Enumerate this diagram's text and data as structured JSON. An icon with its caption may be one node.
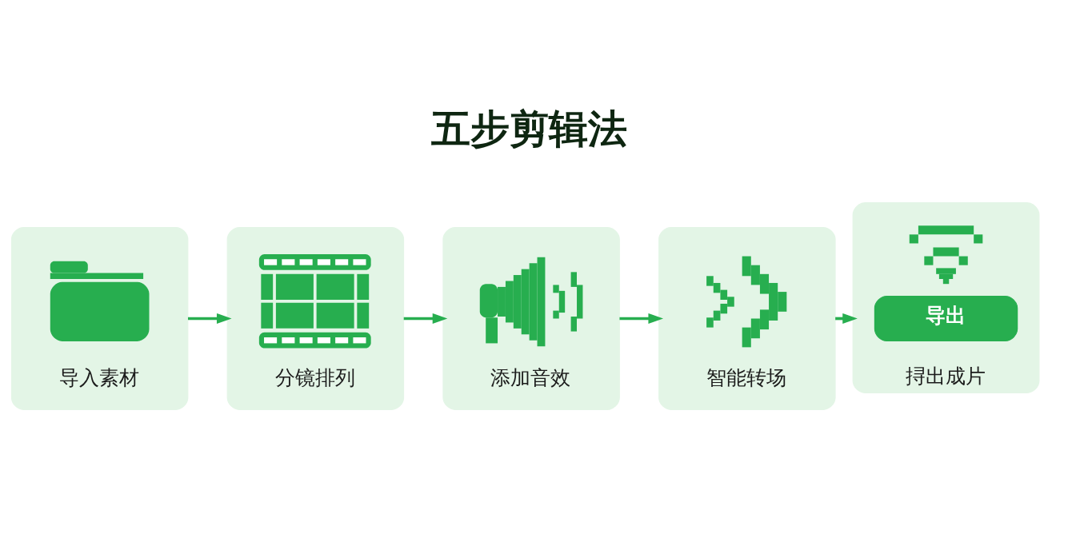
{
  "diagram": {
    "title": "五步剪辑法",
    "nodes": [
      {
        "text": [
          "导入素材"
        ]
      },
      {
        "text": [
          "分镜排列"
        ]
      },
      {
        "text": [
          "添加音效"
        ]
      },
      {
        "text": [
          "智能转场"
        ]
      },
      {
        "text": [
          "挦出成片"
        ]
      },
      {
        "text": [
          "导出"
        ],
        "in": 4
      }
    ],
    "edges": [
      {
        "from": 0,
        "to": 1,
        "arrow": "to"
      },
      {
        "from": 1,
        "to": 2,
        "arrow": "to"
      },
      {
        "from": 2,
        "to": 3,
        "arrow": "to"
      },
      {
        "from": 3,
        "to": 4,
        "arrow": "to"
      }
    ]
  }
}
